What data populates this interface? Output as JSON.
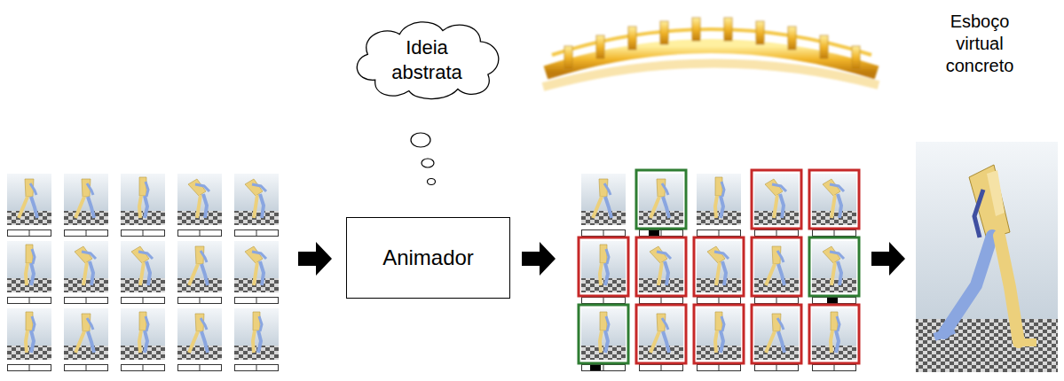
{
  "diagram": {
    "nodes": [
      {
        "text": [
          "Ideia abstrata"
        ]
      },
      {
        "text": [
          "Animador"
        ]
      }
    ],
    "labels": [
      "Esboço virtual concreto"
    ]
  }
}
